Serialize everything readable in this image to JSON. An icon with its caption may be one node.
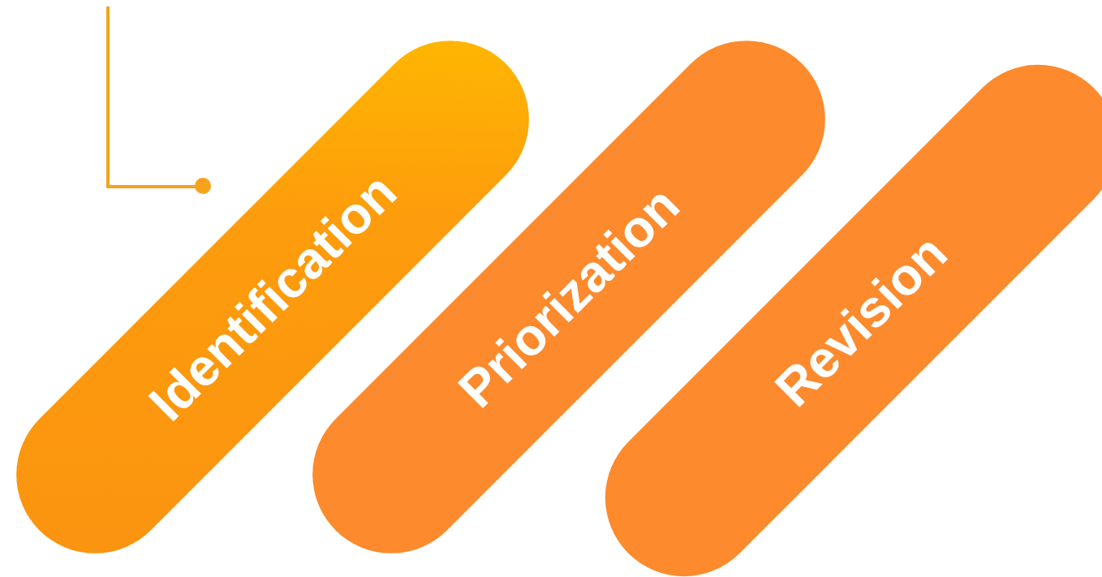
{
  "diagram": {
    "nodes": [
      {
        "text": [
          "Identification"
        ]
      },
      {
        "text": [
          "Priorization"
        ]
      },
      {
        "text": [
          "Revision"
        ]
      }
    ]
  }
}
